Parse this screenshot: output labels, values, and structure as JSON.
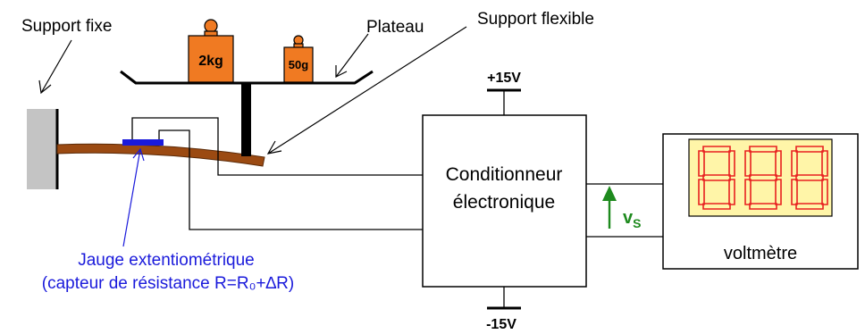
{
  "labels": {
    "support_fixe": "Support fixe",
    "plateau": "Plateau",
    "support_flexible": "Support flexible",
    "jauge_line1": "Jauge extentiométrique",
    "jauge_line2": "(capteur de résistance R=R₀+∆R)",
    "plus_15v": "+15V",
    "minus_15v": "-15V",
    "conditionneur_line1": "Conditionneur",
    "conditionneur_line2": "électronique",
    "vs": "v",
    "vs_sub": "S",
    "voltmetre": "voltmètre"
  },
  "weights": {
    "heavy": "2kg",
    "light": "50g"
  },
  "display": {
    "digits": "888"
  },
  "colors": {
    "weight_fill": "#f07a22",
    "beam": "#9b4a12",
    "support_gray": "#c4c4c4",
    "gauge": "#1a1adb",
    "display_bg": "#fff5a8",
    "segment": "#e82020",
    "vs_arrow": "#1e8a1e"
  }
}
